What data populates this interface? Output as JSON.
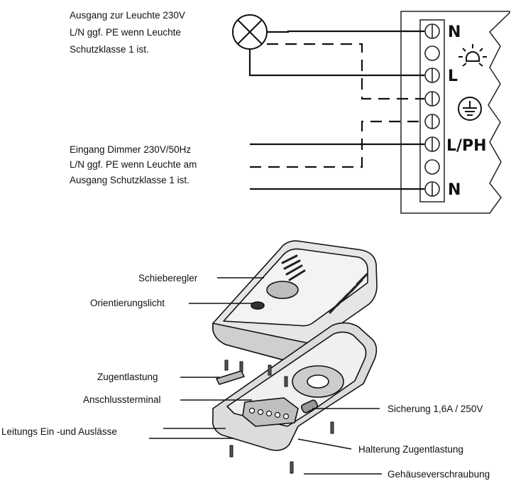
{
  "wiring": {
    "output_note": [
      "Ausgang zur Leuchte 230V",
      "L/N ggf. PE wenn Leuchte",
      "Schutzklasse 1 ist."
    ],
    "input_note": [
      "Eingang Dimmer 230V/50Hz",
      "L/N ggf. PE wenn Leuchte  am",
      "Ausgang Schutzklasse 1 ist."
    ],
    "terminals": {
      "t1": "N",
      "t3": "L",
      "t6": "L/PH",
      "t8": "N"
    },
    "icons": [
      "lamp-icon",
      "sun-icon",
      "ground-icon"
    ]
  },
  "device": {
    "labels": {
      "slider": "Schieberegler",
      "orientation_light": "Orientierungslicht",
      "strain_relief": "Zugentlastung",
      "terminal_block": "Anschlussterminal",
      "cable_openings": "Leitungs Ein -und  Auslässe",
      "fuse": "Sicherung 1,6A / 250V",
      "strain_relief_holder": "Halterung Zugentlastung",
      "housing_screws": "Gehäuseverschraubung"
    }
  }
}
